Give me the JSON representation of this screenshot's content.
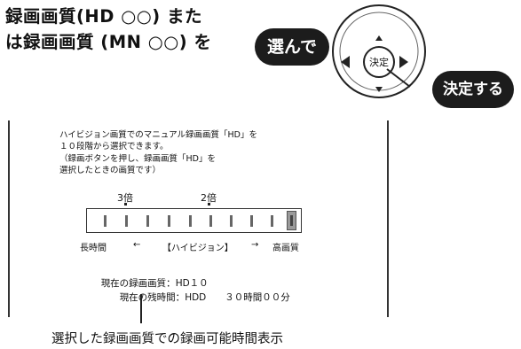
{
  "instruction": {
    "line1": "録画画質(HD ○○) また",
    "line2": "は録画画質 (MN ○○) を"
  },
  "select_label": "選んで",
  "remote": {
    "center_label": "決定",
    "arrow_up": "up-arrow-icon",
    "arrow_down": "down-arrow-icon",
    "arrow_left": "left-arrow-icon",
    "arrow_right": "right-arrow-icon"
  },
  "confirm_label": "決定する",
  "screen": {
    "description": "ハイビジョン画質でのマニュアル録画画質「HD」を\n１０段階から選択できます。\n（録画ボタンを押し、録画画質「HD」を\n選択したときの画質です）",
    "mark_3x": "3倍",
    "mark_2x": "2倍",
    "segment_count": 10,
    "selected_segment": 10,
    "scale_left": "長時間",
    "scale_left_arrow": "←",
    "scale_center": "【ハイビジョン】",
    "scale_right_arrow": "→",
    "scale_right": "高画質",
    "current_quality_label": "現在の録画画質：",
    "current_quality_value": "HD１０",
    "remaining_label": "現在の残時間：",
    "remaining_value": "HDD　　３０時間００分"
  },
  "caption": "選択した録画画質での録画可能時間表示",
  "colors": {
    "label_bg": "#1c1c1c",
    "label_text": "#ffffff",
    "selected_segment": "#9a9a9a"
  }
}
